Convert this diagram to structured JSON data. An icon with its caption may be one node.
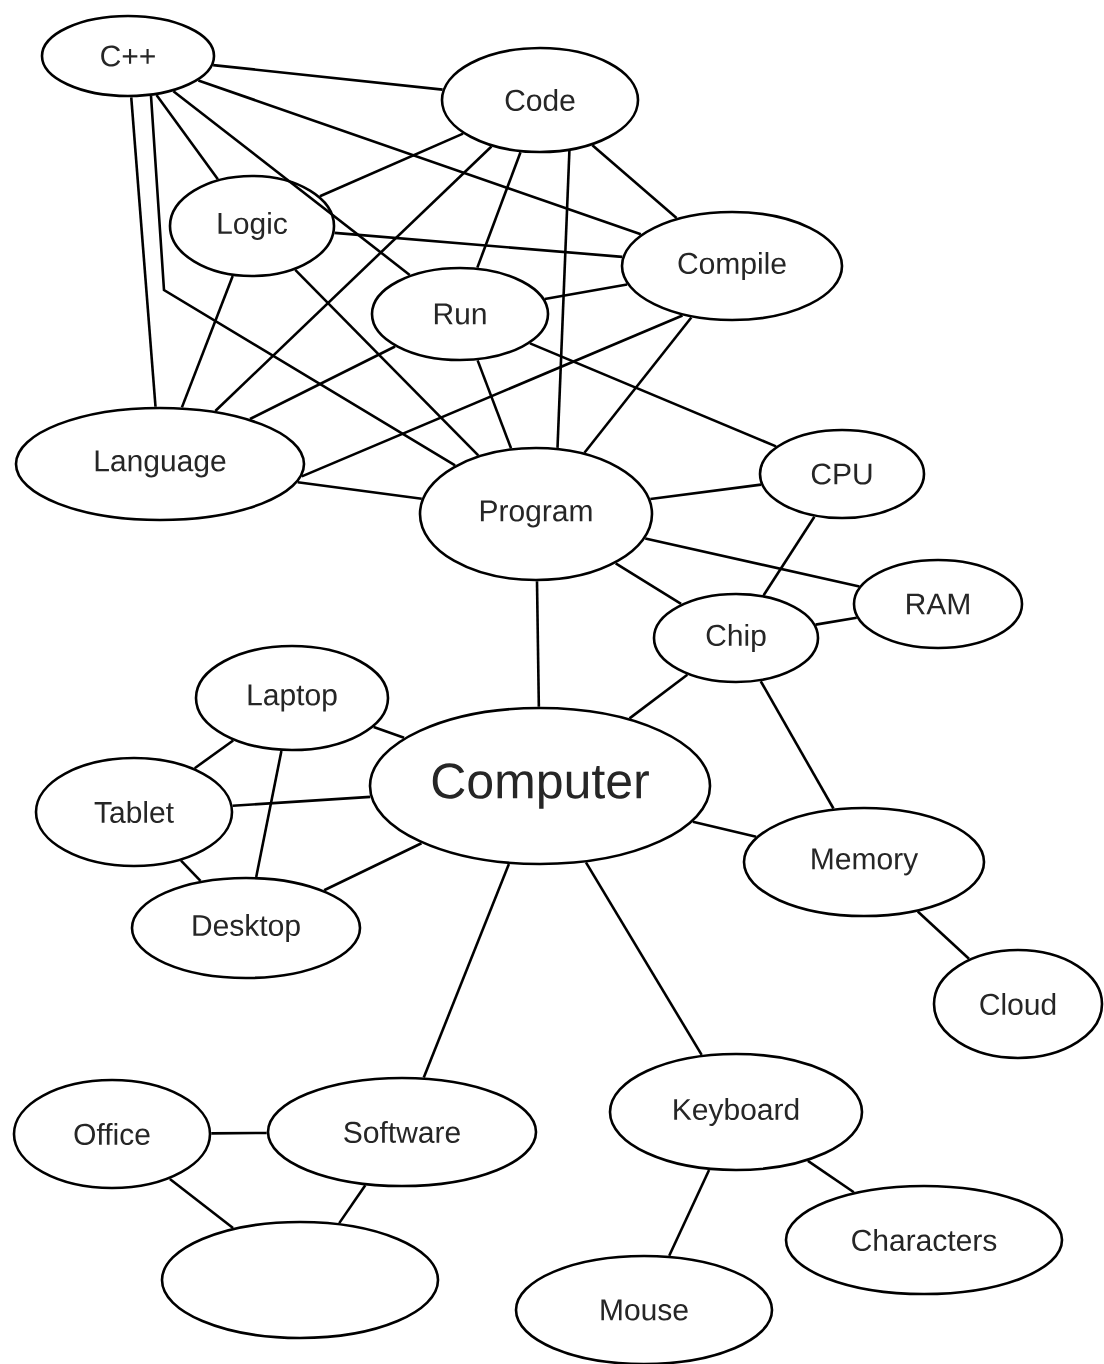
{
  "diagram": {
    "nodes": [
      {
        "text": [
          "C++"
        ]
      },
      {
        "text": [
          "Code"
        ]
      },
      {
        "text": [
          "Logic"
        ]
      },
      {
        "text": [
          "Compile"
        ]
      },
      {
        "text": [
          "Run"
        ]
      },
      {
        "text": [
          "Language"
        ]
      },
      {
        "text": [
          "Program"
        ]
      },
      {
        "text": [
          "CPU"
        ]
      },
      {
        "text": [
          "RAM"
        ]
      },
      {
        "text": [
          "Chip"
        ]
      },
      {
        "text": [
          "Laptop"
        ]
      },
      {
        "text": [
          "Tablet"
        ]
      },
      {
        "text": [
          "Computer"
        ]
      },
      {
        "text": [
          "Desktop"
        ]
      },
      {
        "text": [
          "Memory"
        ]
      },
      {
        "text": [
          "Cloud"
        ]
      },
      {
        "text": [
          "Office"
        ]
      },
      {
        "text": [
          "Software"
        ]
      },
      {
        "text": [
          "Keyboard"
        ]
      },
      {
        "text": [
          "Characters"
        ]
      },
      {
        "text": [],
        "shape": "ellipse"
      },
      {
        "text": [
          "Mouse"
        ]
      }
    ],
    "edges": [
      {
        "from": 0,
        "to": 1,
        "arrow": "none"
      },
      {
        "from": 0,
        "to": 2,
        "arrow": "none"
      },
      {
        "from": 0,
        "to": 3,
        "arrow": "none"
      },
      {
        "from": 0,
        "to": 4,
        "arrow": "none"
      },
      {
        "from": 0,
        "to": 5,
        "arrow": "none"
      },
      {
        "from": 0,
        "to": 6,
        "arrow": "none"
      },
      {
        "from": 1,
        "to": 2,
        "arrow": "none"
      },
      {
        "from": 1,
        "to": 5,
        "arrow": "none"
      },
      {
        "from": 1,
        "to": 4,
        "arrow": "none"
      },
      {
        "from": 1,
        "to": 6,
        "arrow": "none"
      },
      {
        "from": 1,
        "to": 3,
        "arrow": "none"
      },
      {
        "from": 2,
        "to": 3,
        "arrow": "none"
      },
      {
        "from": 2,
        "to": 5,
        "arrow": "none"
      },
      {
        "from": 2,
        "to": 6,
        "arrow": "none"
      },
      {
        "from": 4,
        "to": 3,
        "arrow": "none"
      },
      {
        "from": 4,
        "to": 5,
        "arrow": "none"
      },
      {
        "from": 4,
        "to": 6,
        "arrow": "none"
      },
      {
        "from": 4,
        "to": 7,
        "arrow": "none"
      },
      {
        "from": 3,
        "to": 5,
        "arrow": "none"
      },
      {
        "from": 3,
        "to": 6,
        "arrow": "none"
      },
      {
        "from": 5,
        "to": 6,
        "arrow": "none"
      },
      {
        "from": 6,
        "to": 7,
        "arrow": "none"
      },
      {
        "from": 6,
        "to": 8,
        "arrow": "none"
      },
      {
        "from": 6,
        "to": 9,
        "arrow": "none"
      },
      {
        "from": 6,
        "to": 12,
        "arrow": "none"
      },
      {
        "from": 7,
        "to": 9,
        "arrow": "none"
      },
      {
        "from": 9,
        "to": 8,
        "arrow": "none"
      },
      {
        "from": 9,
        "to": 12,
        "arrow": "none"
      },
      {
        "from": 9,
        "to": 14,
        "arrow": "none"
      },
      {
        "from": 10,
        "to": 11,
        "arrow": "none"
      },
      {
        "from": 10,
        "to": 12,
        "arrow": "none"
      },
      {
        "from": 10,
        "to": 13,
        "arrow": "none"
      },
      {
        "from": 11,
        "to": 12,
        "arrow": "none"
      },
      {
        "from": 11,
        "to": 13,
        "arrow": "none"
      },
      {
        "from": 12,
        "to": 13,
        "arrow": "none"
      },
      {
        "from": 12,
        "to": 14,
        "arrow": "none"
      },
      {
        "from": 12,
        "to": 17,
        "arrow": "none"
      },
      {
        "from": 12,
        "to": 18,
        "arrow": "none"
      },
      {
        "from": 14,
        "to": 15,
        "arrow": "none"
      },
      {
        "from": 16,
        "to": 17,
        "arrow": "none"
      },
      {
        "from": 17,
        "to": 20,
        "arrow": "none"
      },
      {
        "from": 16,
        "to": 20,
        "arrow": "none"
      },
      {
        "from": 18,
        "to": 21,
        "arrow": "none"
      },
      {
        "from": 18,
        "to": 19,
        "arrow": "none"
      }
    ]
  }
}
